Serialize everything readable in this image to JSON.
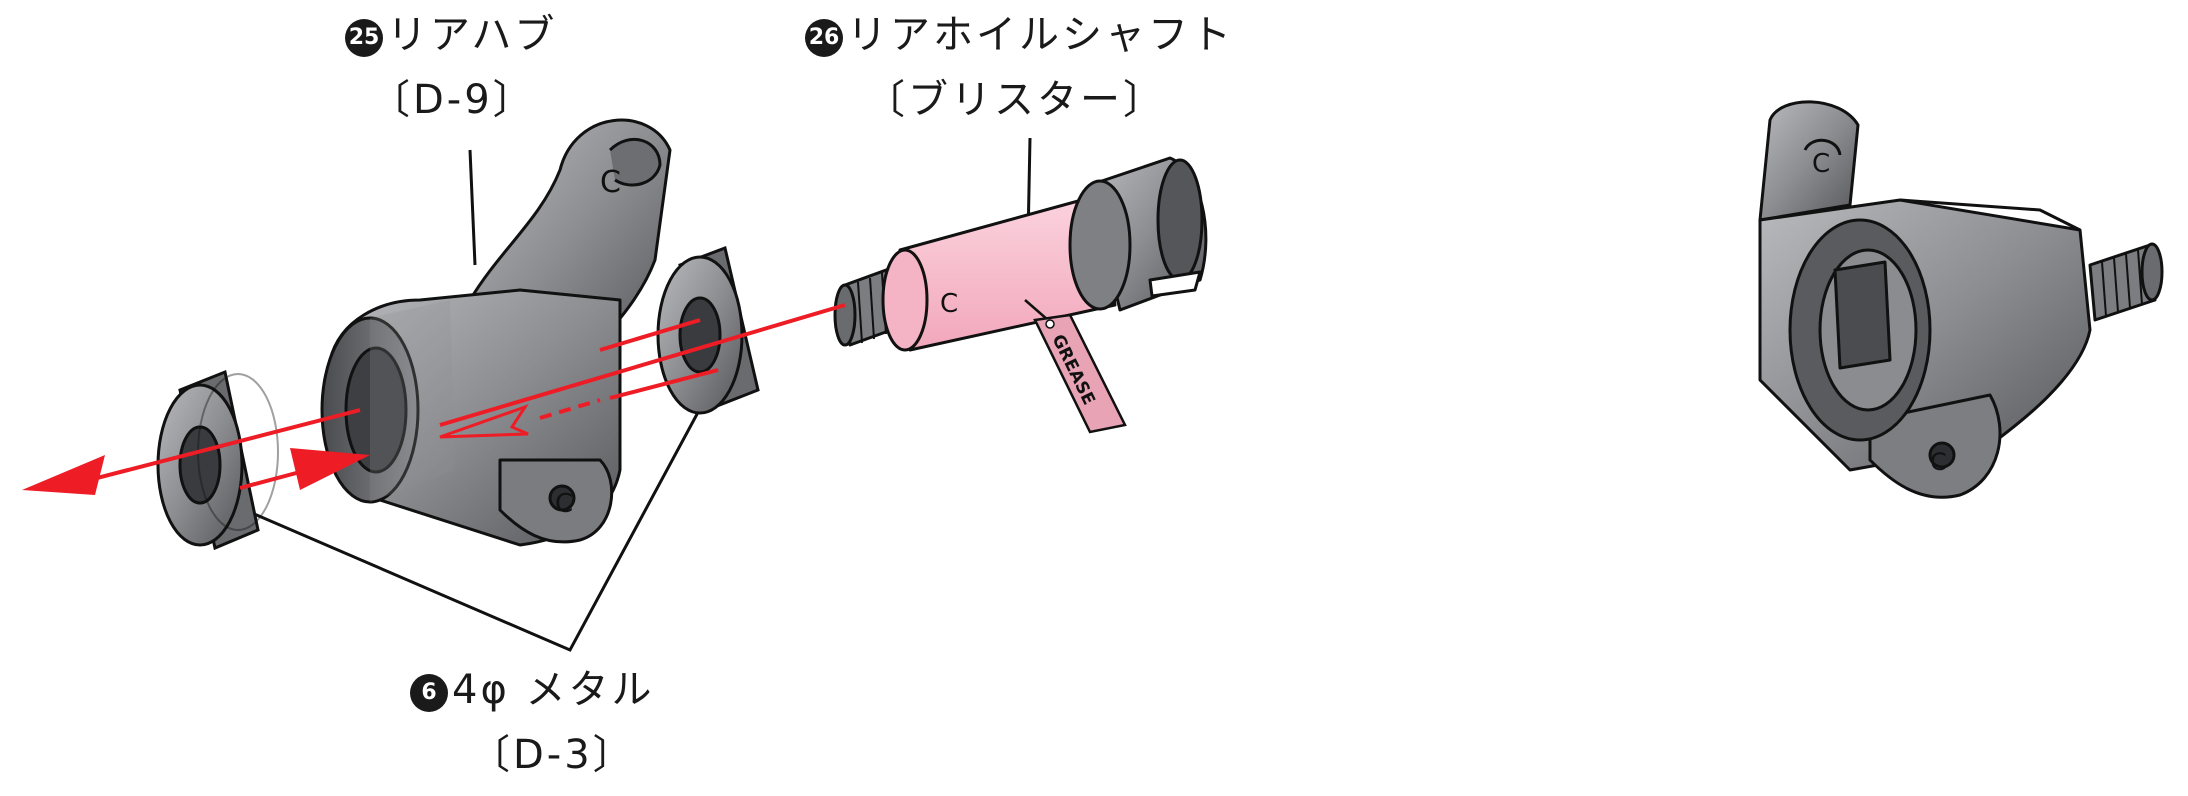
{
  "labels": {
    "rear_hub": {
      "number": "25",
      "name": "リアハブ",
      "code": "〔D-9〕"
    },
    "rear_wheel_shaft": {
      "number": "26",
      "name": "リアホイルシャフト",
      "code": "〔ブリスター〕"
    },
    "metal_bearing": {
      "number": "6",
      "name": "4φ メタル",
      "code": "〔D-3〕"
    }
  },
  "tags": {
    "grease": "GREASE"
  },
  "part_marks": {
    "hub_top": "C",
    "hub_bottom": "C",
    "shaft": "C"
  },
  "colors": {
    "part": "#8e8f93",
    "part_dark": "#5d5e62",
    "part_light": "#b8b9bc",
    "arrow": "#ee1c25",
    "grease": "#f7b6c6",
    "tag": "#e8a3b5",
    "outline": "#111111"
  },
  "icons": {
    "assembly_arrow": "red-arrow",
    "grease_tag": "grease-tag"
  }
}
